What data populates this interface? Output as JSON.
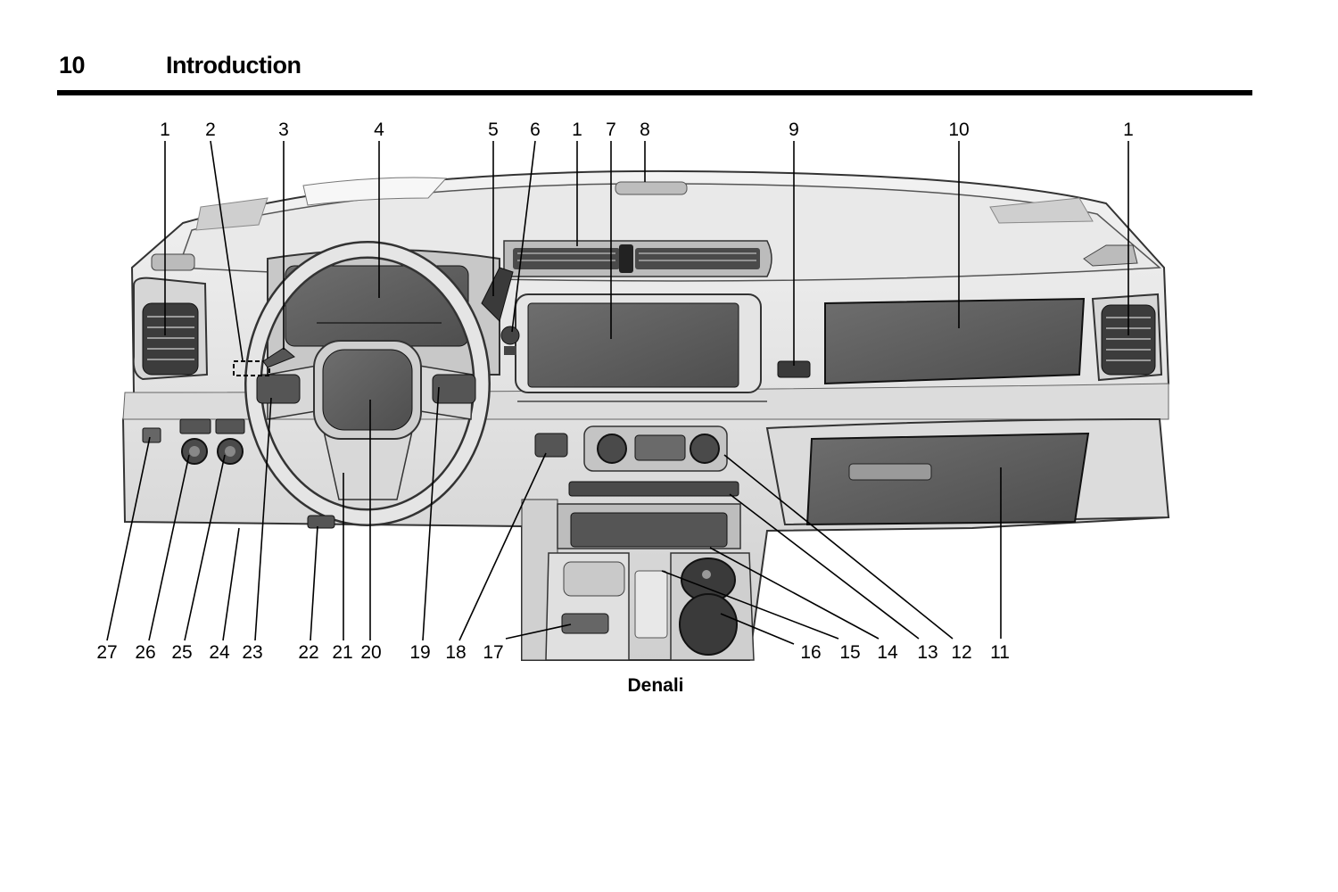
{
  "header": {
    "page_number": "10",
    "section_title": "Introduction"
  },
  "figure": {
    "caption": "Denali",
    "callouts_top": [
      {
        "id": "t1",
        "label": "1"
      },
      {
        "id": "t2",
        "label": "2"
      },
      {
        "id": "t3",
        "label": "3"
      },
      {
        "id": "t4",
        "label": "4"
      },
      {
        "id": "t5",
        "label": "5"
      },
      {
        "id": "t6",
        "label": "6"
      },
      {
        "id": "t7",
        "label": "1"
      },
      {
        "id": "t8",
        "label": "7"
      },
      {
        "id": "t9",
        "label": "8"
      },
      {
        "id": "t10",
        "label": "9"
      },
      {
        "id": "t11",
        "label": "10"
      },
      {
        "id": "t12",
        "label": "1"
      }
    ],
    "callouts_bottom": [
      {
        "id": "b27",
        "label": "27"
      },
      {
        "id": "b26",
        "label": "26"
      },
      {
        "id": "b25",
        "label": "25"
      },
      {
        "id": "b24",
        "label": "24"
      },
      {
        "id": "b23",
        "label": "23"
      },
      {
        "id": "b22",
        "label": "22"
      },
      {
        "id": "b21",
        "label": "21"
      },
      {
        "id": "b20",
        "label": "20"
      },
      {
        "id": "b19",
        "label": "19"
      },
      {
        "id": "b18",
        "label": "18"
      },
      {
        "id": "b17",
        "label": "17"
      },
      {
        "id": "b16",
        "label": "16"
      },
      {
        "id": "b15",
        "label": "15"
      },
      {
        "id": "b14",
        "label": "14"
      },
      {
        "id": "b13",
        "label": "13"
      },
      {
        "id": "b12",
        "label": "12"
      },
      {
        "id": "b11",
        "label": "11"
      }
    ]
  }
}
